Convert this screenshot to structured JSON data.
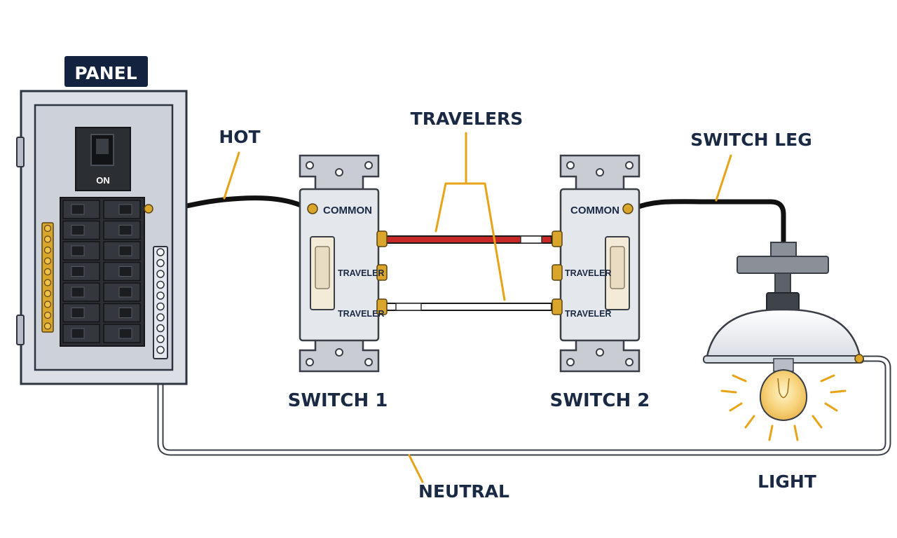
{
  "labels": {
    "panel": "PANEL",
    "on": "ON",
    "hot": "HOT",
    "travelers": "TRAVELERS",
    "switch_leg": "SWITCH LEG",
    "neutral": "NEUTRAL",
    "light": "LIGHT"
  },
  "switches": [
    {
      "name": "SWITCH 1",
      "common": "COMMON",
      "traveler_top": "TRAVELER",
      "traveler_bottom": "TRAVELER"
    },
    {
      "name": "SWITCH 2",
      "common": "COMMON",
      "traveler_top": "TRAVELER",
      "traveler_bottom": "TRAVELER"
    }
  ],
  "colors": {
    "hot_wire": "#111111",
    "traveler_red": "#c62828",
    "traveler_white": "#ffffff",
    "neutral_wire": "#ffffff",
    "leader_lines": "#e8a317",
    "terminal_brass": "#d9a52b",
    "label_text": "#1b2a44",
    "panel_fill": "#dcdfe6",
    "breaker_fill": "#2b2e33"
  },
  "icons": [
    "circuit-breaker-icon",
    "light-bulb-icon",
    "light-rays-icon",
    "toggle-switch-icon"
  ]
}
